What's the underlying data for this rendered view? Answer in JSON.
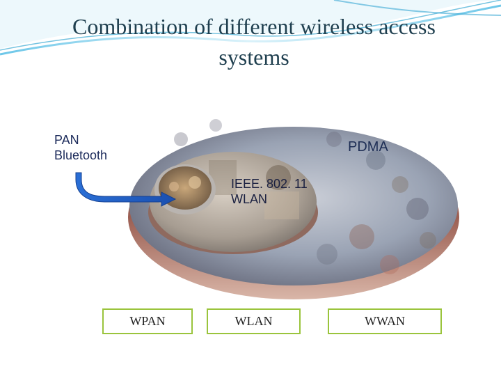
{
  "title": {
    "line1": "Combination  of different wireless access",
    "line2": "systems"
  },
  "diagram": {
    "pan_label": [
      "PAN",
      "Bluetooth"
    ],
    "pdma_label": "PDMA",
    "wlan_label": [
      "IEEE. 802. 11",
      "WLAN"
    ]
  },
  "boxes": [
    {
      "label": "WPAN"
    },
    {
      "label": "WLAN"
    },
    {
      "label": "WWAN"
    }
  ],
  "colors": {
    "title_text": "#1f3f4f",
    "box_border": "#9ac43c",
    "arrow_fill": "#2a6fd6",
    "disc_rim": "#a86b5c",
    "decor_wave": "#3aa9d3"
  }
}
